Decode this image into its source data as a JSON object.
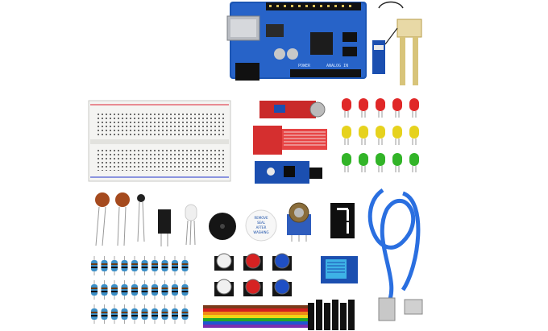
{
  "image": {
    "alt": "Electronics starter kit components",
    "board": {
      "power_label": "POWER",
      "analog_label": "ANALOG IN"
    },
    "buzzer": {
      "label_lines": [
        "REMOVE",
        "SEAL",
        "AFTER",
        "WASHING"
      ]
    },
    "led_colors": [
      "#e02828",
      "#e6d21e",
      "#32b428"
    ],
    "button_cap_colors": [
      "#f0f0f0",
      "#d62222",
      "#1f4fc4"
    ],
    "seven_segment_color": "#ffffff"
  }
}
